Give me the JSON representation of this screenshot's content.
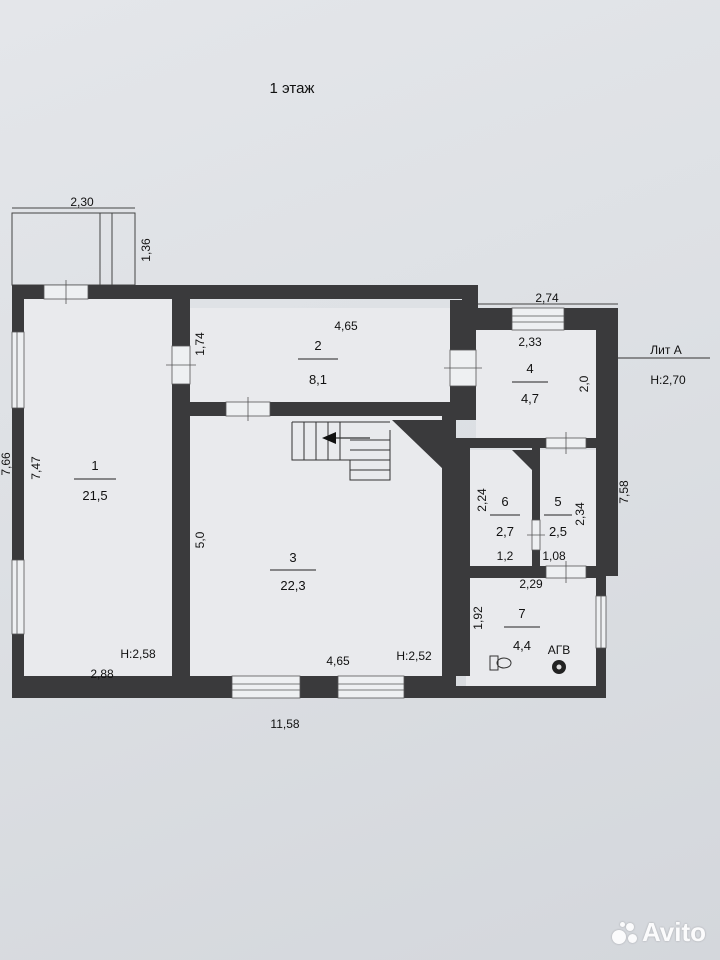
{
  "title": "1 этаж",
  "lit": "Лит А",
  "height_main": "H:2,70",
  "rooms": [
    {
      "id": "1",
      "number": "1",
      "area": "21,5"
    },
    {
      "id": "2",
      "number": "2",
      "area": "8,1"
    },
    {
      "id": "3",
      "number": "3",
      "area": "22,3"
    },
    {
      "id": "4",
      "number": "4",
      "area": "4,7"
    },
    {
      "id": "5",
      "number": "5",
      "area": "2,5"
    },
    {
      "id": "6",
      "number": "6",
      "area": "2,7"
    },
    {
      "id": "7",
      "number": "7",
      "area": "4,4"
    }
  ],
  "dimensions": {
    "porch_width": "2,30",
    "porch_depth": "1,36",
    "room1_height_left": "7,66",
    "room1_height": "7,47",
    "room1_width": "2,88",
    "room1_h": "H:2,58",
    "room2_height": "1,74",
    "room2_width": "4,65",
    "room3_height": "5,0",
    "room3_width": "4,65",
    "room3_h": "H:2,52",
    "room4_top": "2,74",
    "room4_width": "2,33",
    "room4_height": "2,0",
    "room5_height": "2,34",
    "room5_width": "1,08",
    "room6_height": "2,24",
    "room6_width": "1,2",
    "room7_width": "2,29",
    "room7_height": "1,92",
    "right_total": "7,58",
    "total_width": "11,58"
  },
  "agv_label": "АГВ",
  "watermark": "Avito"
}
